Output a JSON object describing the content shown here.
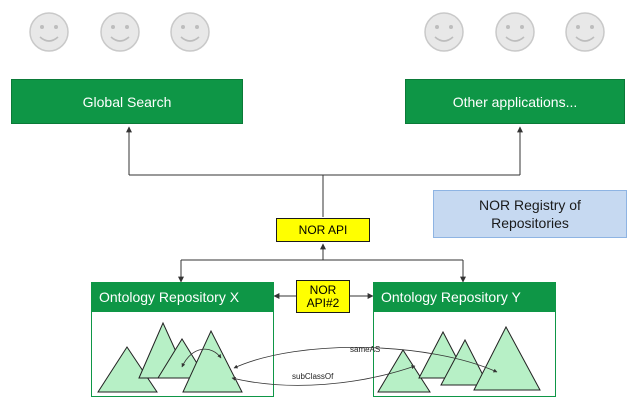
{
  "users_left": [
    "user-1",
    "user-2",
    "user-3"
  ],
  "users_right": [
    "user-4",
    "user-5",
    "user-6"
  ],
  "global_search": {
    "label": "Global Search"
  },
  "other_apps": {
    "label": "Other applications..."
  },
  "nor_api": {
    "label": "NOR API"
  },
  "nor_api2": {
    "line1": "NOR",
    "line2": "API#2"
  },
  "registry": {
    "line1": "NOR Registry of",
    "line2": "Repositories"
  },
  "repo_x": {
    "title": "Ontology Repository X"
  },
  "repo_y": {
    "title": "Ontology Repository Y"
  },
  "relations": {
    "same_as": "sameAS",
    "subclass_of": "subClassOf"
  },
  "colors": {
    "box_green": "#0e9646",
    "api_yellow": "#ffff00",
    "registry_blue": "#c6d9f1",
    "triangle_fill": "#b7f0c6",
    "smiley": "#e8e8e8"
  }
}
